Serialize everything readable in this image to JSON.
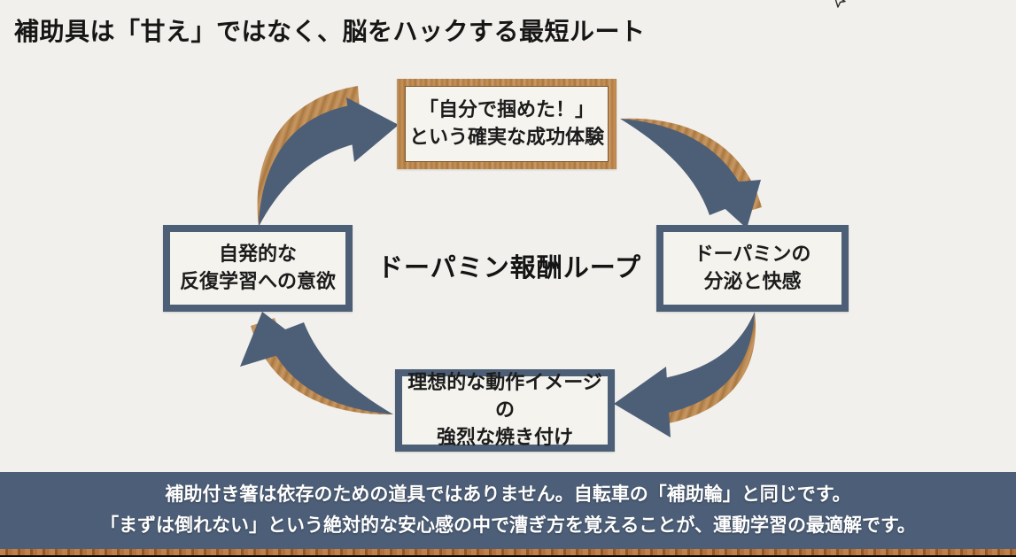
{
  "title": "補助具は「甘え」ではなく、脳をハックする最短ルート",
  "diagram": {
    "center_label": "ドーパミン報酬ループ",
    "nodes": [
      {
        "name": "success-experience",
        "line1": "「自分で掴めた！」",
        "line2": "という確実な成功体験"
      },
      {
        "name": "dopamine-release",
        "line1": "ドーパミンの",
        "line2": "分泌と快感"
      },
      {
        "name": "motion-image-imprint",
        "line1": "理想的な動作イメージの",
        "line2": "強烈な焼き付け"
      },
      {
        "name": "voluntary-repetition",
        "line1": "自発的な",
        "line2": "反復学習への意欲"
      }
    ],
    "flow": "clockwise"
  },
  "footer": {
    "line1": "補助付き箸は依存のための道具ではありません。自転車の「補助輪」と同じです。",
    "line2": "「まずは倒れない」という絶対的な安心感の中で漕ぎ方を覚えることが、運動学習の最適解です。"
  },
  "icons": [
    "cycle-arrow-left-to-top",
    "cycle-arrow-top-to-right",
    "cycle-arrow-right-to-bottom",
    "cycle-arrow-bottom-to-left",
    "mouse-cursor"
  ],
  "colors": {
    "background": "#f1f0ec",
    "accent_blue": "#4d5e77",
    "wood_light": "#c89763",
    "wood_dark": "#a9773f",
    "node_fill": "#f4f3ee",
    "text": "#1a1a1a",
    "footer_bg": "#4d5f78",
    "footer_text": "#ffffff"
  }
}
